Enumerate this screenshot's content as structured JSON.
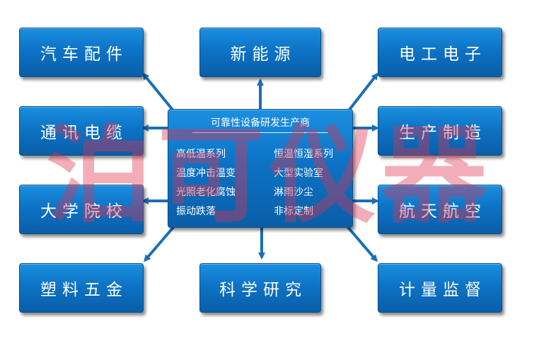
{
  "center": {
    "title": "可靠性设备研发生产商",
    "items": [
      "高低温系列",
      "恒温恒湿系列",
      "温度冲击温变",
      "大型实验室",
      "光照老化腐蚀",
      "淋雨沙尘",
      "振动跌落",
      "非标定制"
    ]
  },
  "boxes": [
    "汽车配件",
    "新能源",
    "电工电子",
    "通讯电缆",
    "生产制造",
    "大学院校",
    "航天航空",
    "塑料五金",
    "科学研究",
    "计量监督"
  ],
  "watermark": "泊可仪器",
  "colors": {
    "box_blue": "#0d73c6",
    "arrow_blue": "#1a6fb5",
    "watermark": "#de3250"
  }
}
